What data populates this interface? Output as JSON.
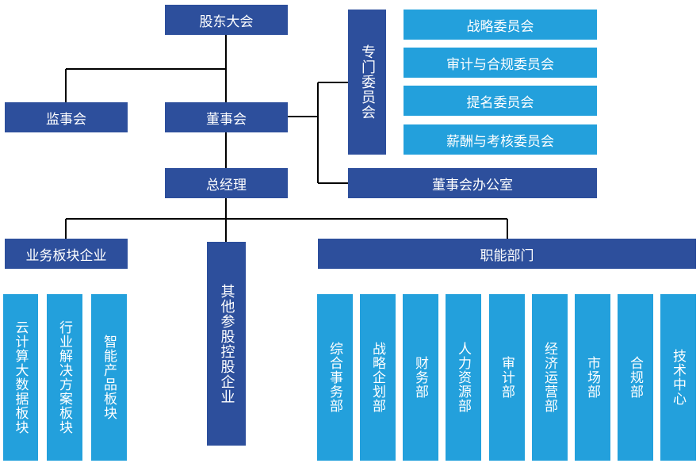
{
  "nodes": {
    "shareholders": "股东大会",
    "supervisors": "监事会",
    "board": "董事会",
    "gm": "总经理",
    "committees_group": "专门委员会",
    "strategy": "战略委员会",
    "audit_compliance": "审计与合规委员会",
    "nomination": "提名委员会",
    "remuneration": "薪酬与考核委员会",
    "board_office": "董事会办公室",
    "business_units": "业务板块企业",
    "other_holdings": "其他参股控股企业",
    "functional": "职能部门"
  },
  "business_segments": [
    "云计算大数据板块",
    "行业解决方案板块",
    "智能产品板块"
  ],
  "departments": [
    "综合事务部",
    "战略企划部",
    "财务部",
    "人力资源部",
    "审计部",
    "经济运营部",
    "市场部",
    "合规部",
    "技术中心"
  ],
  "colors": {
    "dark": "#2d4f9c",
    "light": "#23a0dc",
    "line": "#000000"
  }
}
